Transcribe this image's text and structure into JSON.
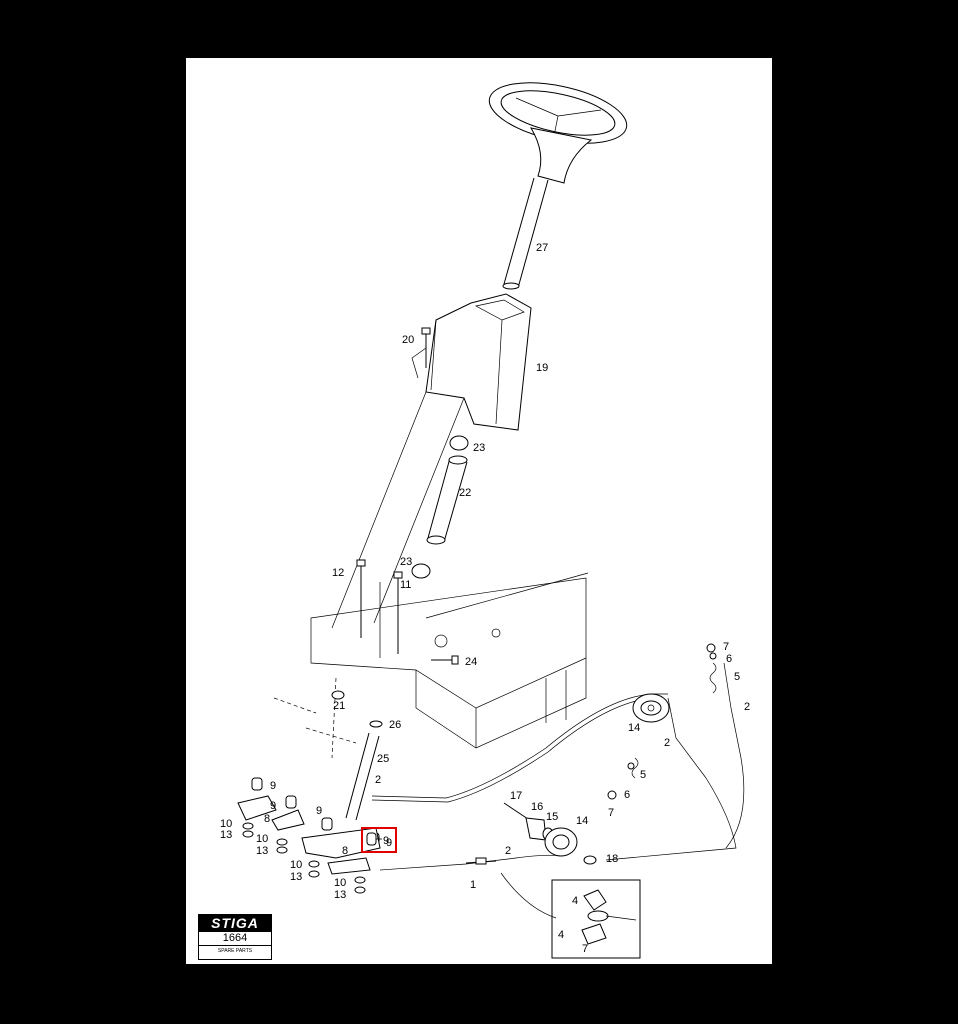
{
  "logo": {
    "brand": "STIGA",
    "code": "1664",
    "subtitle": "SPARE PARTS"
  },
  "callouts": [
    "27",
    "20",
    "19",
    "23",
    "22",
    "23",
    "12",
    "11",
    "24",
    "21",
    "26",
    "25",
    "2",
    "9",
    "9",
    "8",
    "10",
    "13",
    "10",
    "13",
    "9",
    "8",
    "10",
    "13",
    "10",
    "13",
    "9",
    "17",
    "16",
    "15",
    "14",
    "18",
    "2",
    "1",
    "7",
    "6",
    "5",
    "2",
    "14",
    "2",
    "5",
    "6",
    "7",
    "4",
    "4",
    "7"
  ],
  "highlight": {
    "label": "9",
    "color": "#e00000"
  }
}
